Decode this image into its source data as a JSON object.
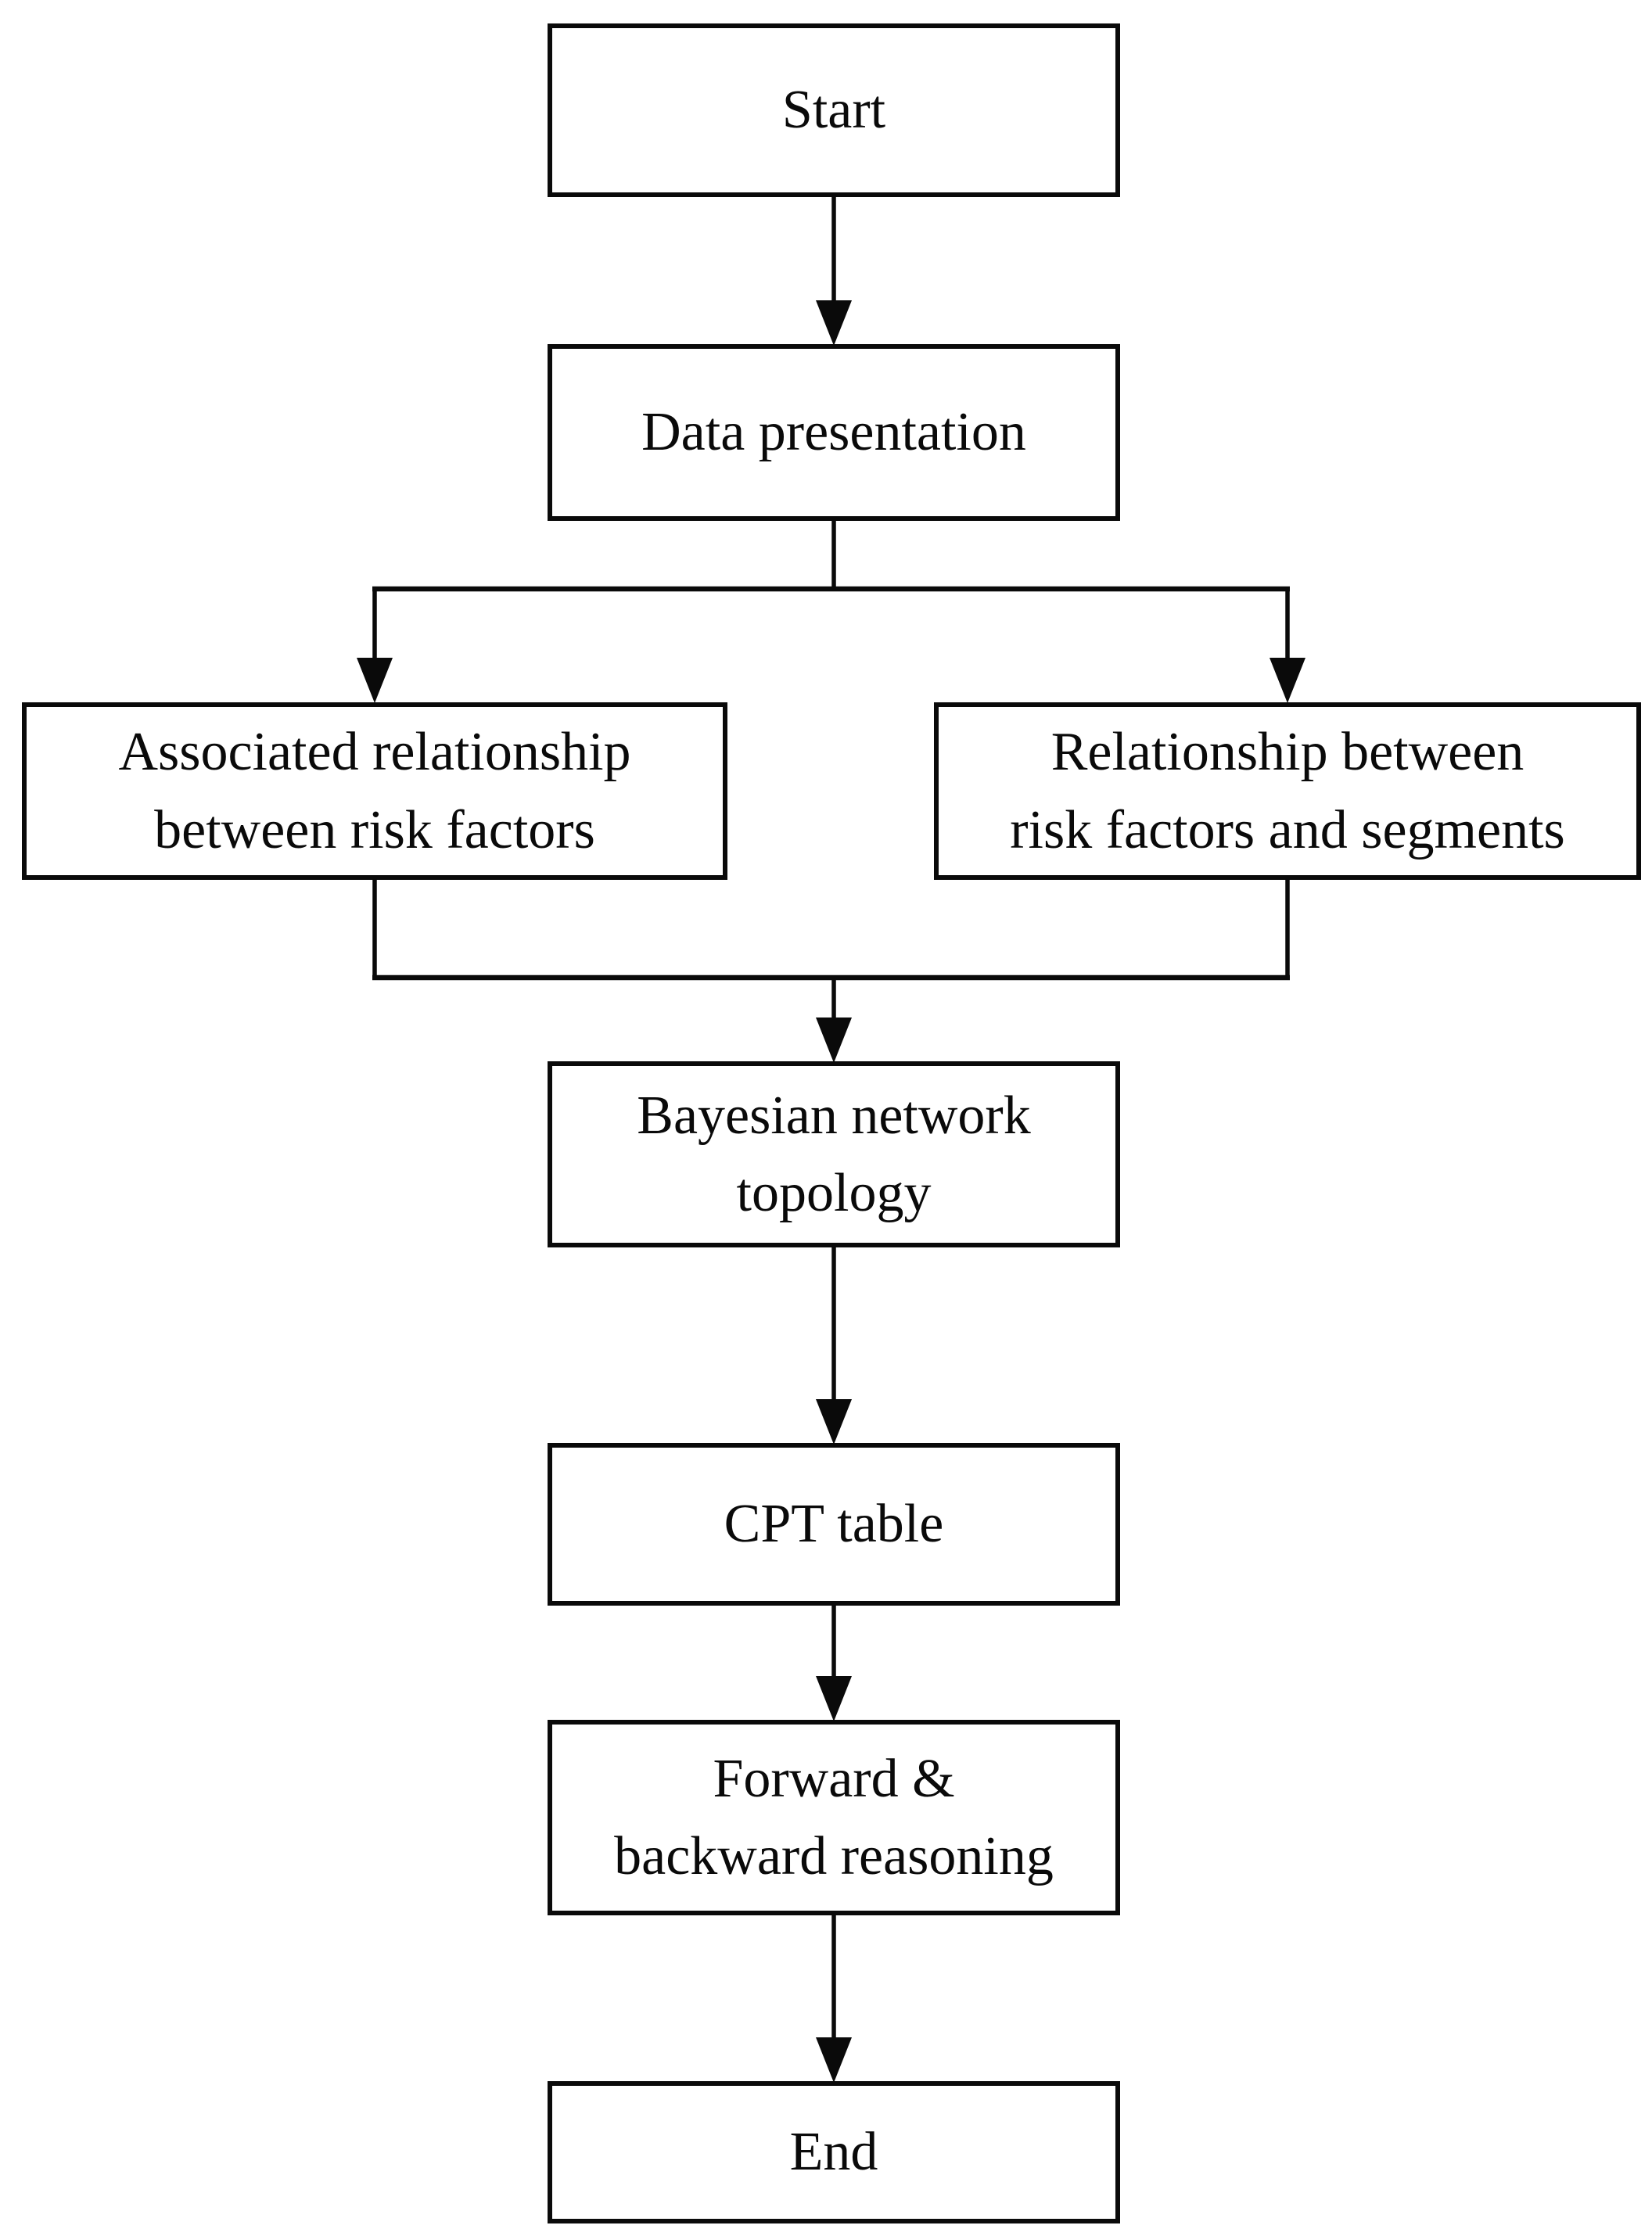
{
  "diagram": {
    "type": "flowchart",
    "background_color": "#ffffff",
    "line_color": "#0a0a0a",
    "nodes": {
      "start": {
        "label": "Start"
      },
      "data": {
        "label": "Data presentation"
      },
      "assoc": {
        "label": "Associated relationship\nbetween risk factors"
      },
      "rel": {
        "label": "Relationship between\nrisk factors and segments"
      },
      "bayes": {
        "label": "Bayesian network\ntopology"
      },
      "cpt": {
        "label": "CPT table"
      },
      "fwd": {
        "label": "Forward &\nbackward reasoning"
      },
      "end": {
        "label": "End"
      }
    },
    "edges": [
      {
        "from": "Start",
        "to": "Data presentation"
      },
      {
        "from": "Data presentation",
        "to": "Associated relationship between risk factors"
      },
      {
        "from": "Data presentation",
        "to": "Relationship between risk factors and segments"
      },
      {
        "from": "Associated relationship between risk factors",
        "to": "Bayesian network topology"
      },
      {
        "from": "Relationship between risk factors and segments",
        "to": "Bayesian network topology"
      },
      {
        "from": "Bayesian network topology",
        "to": "CPT table"
      },
      {
        "from": "CPT table",
        "to": "Forward & backward reasoning"
      },
      {
        "from": "Forward & backward reasoning",
        "to": "End"
      }
    ]
  }
}
